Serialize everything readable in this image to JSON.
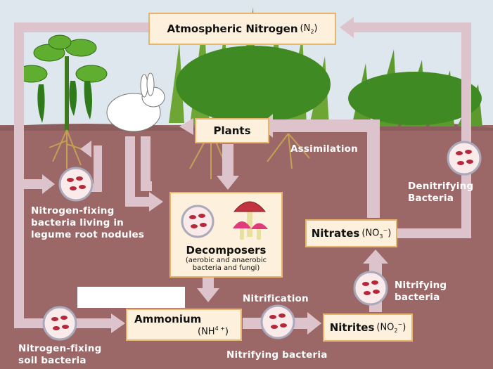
{
  "nodes": {
    "atmospheric_nitrogen": {
      "name": "Atmospheric Nitrogen",
      "formula": "(N",
      "sub": "2",
      "close": ")"
    },
    "plants": {
      "name": "Plants"
    },
    "decomposers": {
      "name": "Decomposers",
      "detail": [
        "(aerobic and anaerobic",
        "bacteria and fungi)"
      ]
    },
    "ammonium": {
      "name": "Ammonium",
      "formula": "(NH",
      "sup": "4 +",
      "close": ")"
    },
    "nitrites": {
      "name": "Nitrites",
      "formula": "(NO",
      "sub": "2",
      "sup": "−",
      "close": ")"
    },
    "nitrates": {
      "name": "Nitrates",
      "formula": "(NO",
      "sub": "3",
      "sup": "−",
      "close": ")"
    }
  },
  "labels": {
    "assimilation": "Assimilation",
    "denitrifying": [
      "Denitrifying",
      "Bacteria"
    ],
    "legume_bacteria": [
      "Nitrogen-fixing",
      "bacteria living in",
      "legume root nodules"
    ],
    "nitrification": "Nitrification",
    "nitrifying_bacteria_bottom": "Nitrifying bacteria",
    "nitrifying_bacteria_right": [
      "Nitrifying",
      "bacteria"
    ],
    "soil_bacteria": [
      "Nitrogen-fixing",
      "soil bacteria"
    ]
  },
  "colors": {
    "sky": "#dfe7ee",
    "soil": "#9b6767",
    "arrow": "#dcc3cc",
    "box_fill": "#fdf0dc",
    "box_border": "#e8b56a",
    "bacteria": "#b5283a"
  }
}
